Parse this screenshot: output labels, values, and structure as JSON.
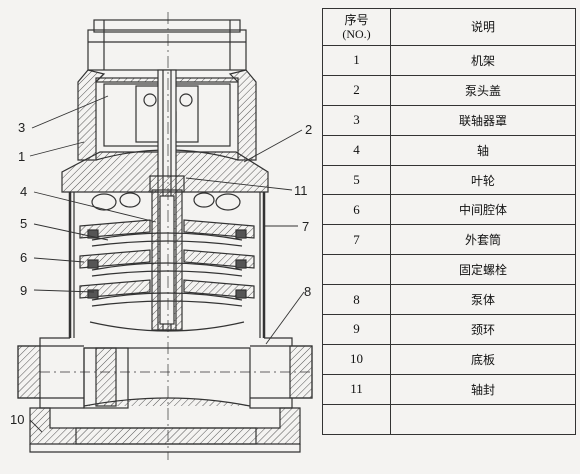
{
  "table": {
    "header": {
      "no_label": "序号\n(NO.)",
      "name_label": "说明"
    },
    "rows": [
      {
        "no": "1",
        "name": "机架"
      },
      {
        "no": "2",
        "name": "泵头盖"
      },
      {
        "no": "3",
        "name": "联轴器罩"
      },
      {
        "no": "4",
        "name": "轴"
      },
      {
        "no": "5",
        "name": "叶轮"
      },
      {
        "no": "6",
        "name": "中间腔体"
      },
      {
        "no": "7",
        "name": "外套筒"
      },
      {
        "no": "",
        "name": "固定螺栓"
      },
      {
        "no": "8",
        "name": "泵体"
      },
      {
        "no": "9",
        "name": "颈环"
      },
      {
        "no": "10",
        "name": "底板"
      },
      {
        "no": "11",
        "name": "轴封"
      },
      {
        "no": "",
        "name": ""
      }
    ]
  },
  "callouts": [
    "1",
    "2",
    "3",
    "4",
    "5",
    "6",
    "7",
    "8",
    "9",
    "10",
    "11"
  ],
  "colors": {
    "line": "#333333",
    "hatch": "#555555",
    "background": "#f4f3f1"
  }
}
